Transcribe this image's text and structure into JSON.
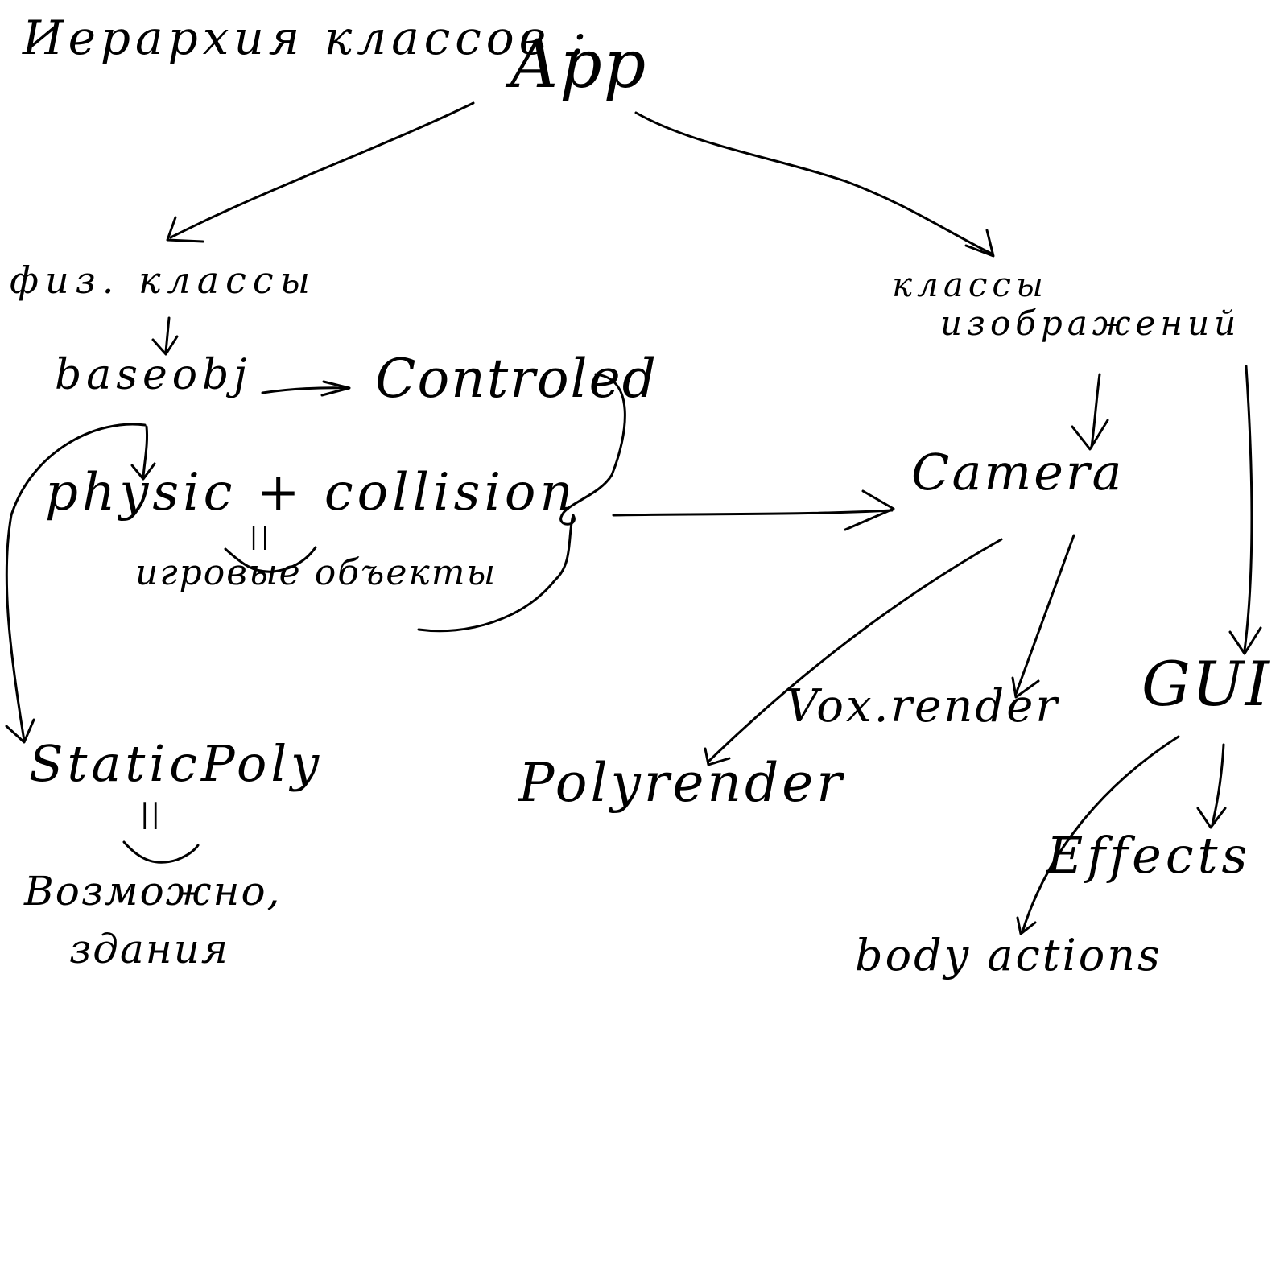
{
  "diagram": {
    "title": "Иерархия классов :",
    "nodes": {
      "app": "App",
      "physical_classes": "физ. классы",
      "image_classes_line1": "классы",
      "image_classes_line2": "изображений",
      "baseobj": "baseobj",
      "controled": "Controled",
      "physic_collision": "physic + collision",
      "game_objects": "игровые объекты",
      "camera": "Camera",
      "gui": "GUI",
      "vox_render": "Vox.render",
      "poly_render": "Polyrender",
      "static_poly": "StaticPoly",
      "effects": "Effects",
      "body_actions": "body actions",
      "buildings_line1": "Возможно,",
      "buildings_line2": "здания",
      "equals_sign_1": "||",
      "equals_sign_2": "||"
    }
  }
}
